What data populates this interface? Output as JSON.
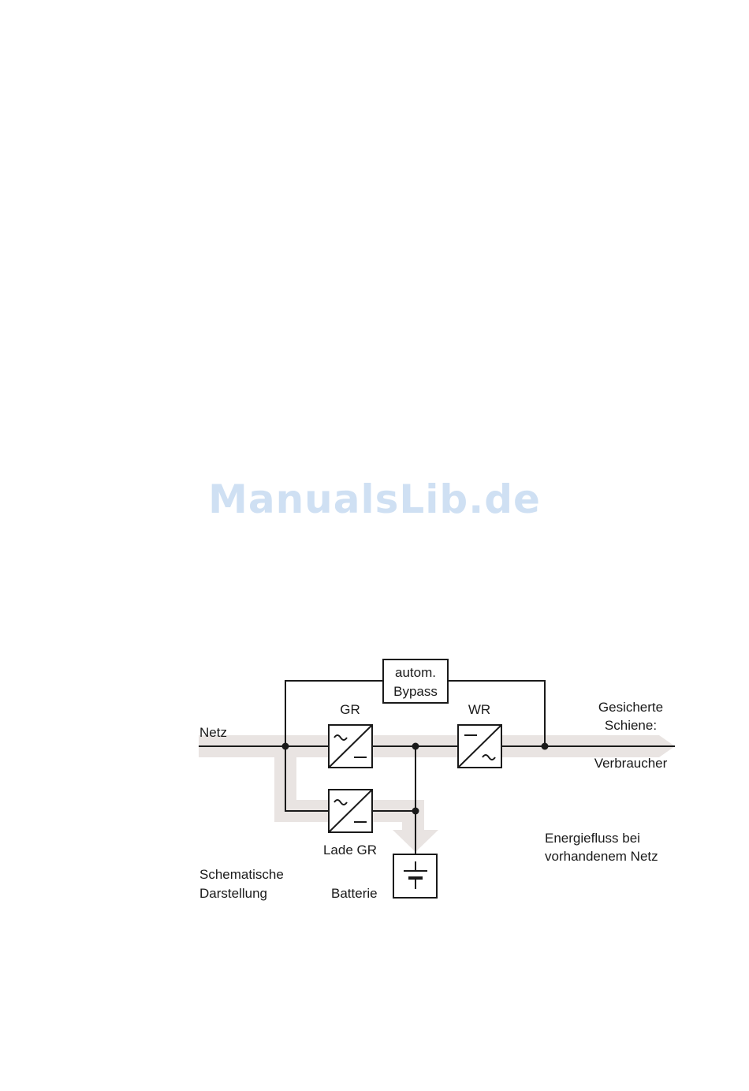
{
  "watermark": "ManualsLib.de",
  "diagram": {
    "bypass_line1": "autom.",
    "bypass_line2": "Bypass",
    "gr_label": "GR",
    "wr_label": "WR",
    "netz_label": "Netz",
    "output_line1": "Gesicherte",
    "output_line2": "Schiene:",
    "verbraucher_label": "Verbraucher",
    "lade_gr_label": "Lade GR",
    "batterie_label": "Batterie",
    "energy_line1": "Energiefluss bei",
    "energy_line2": "vorhandenem Netz",
    "caption_line1": "Schematische",
    "caption_line2": "Darstellung"
  }
}
